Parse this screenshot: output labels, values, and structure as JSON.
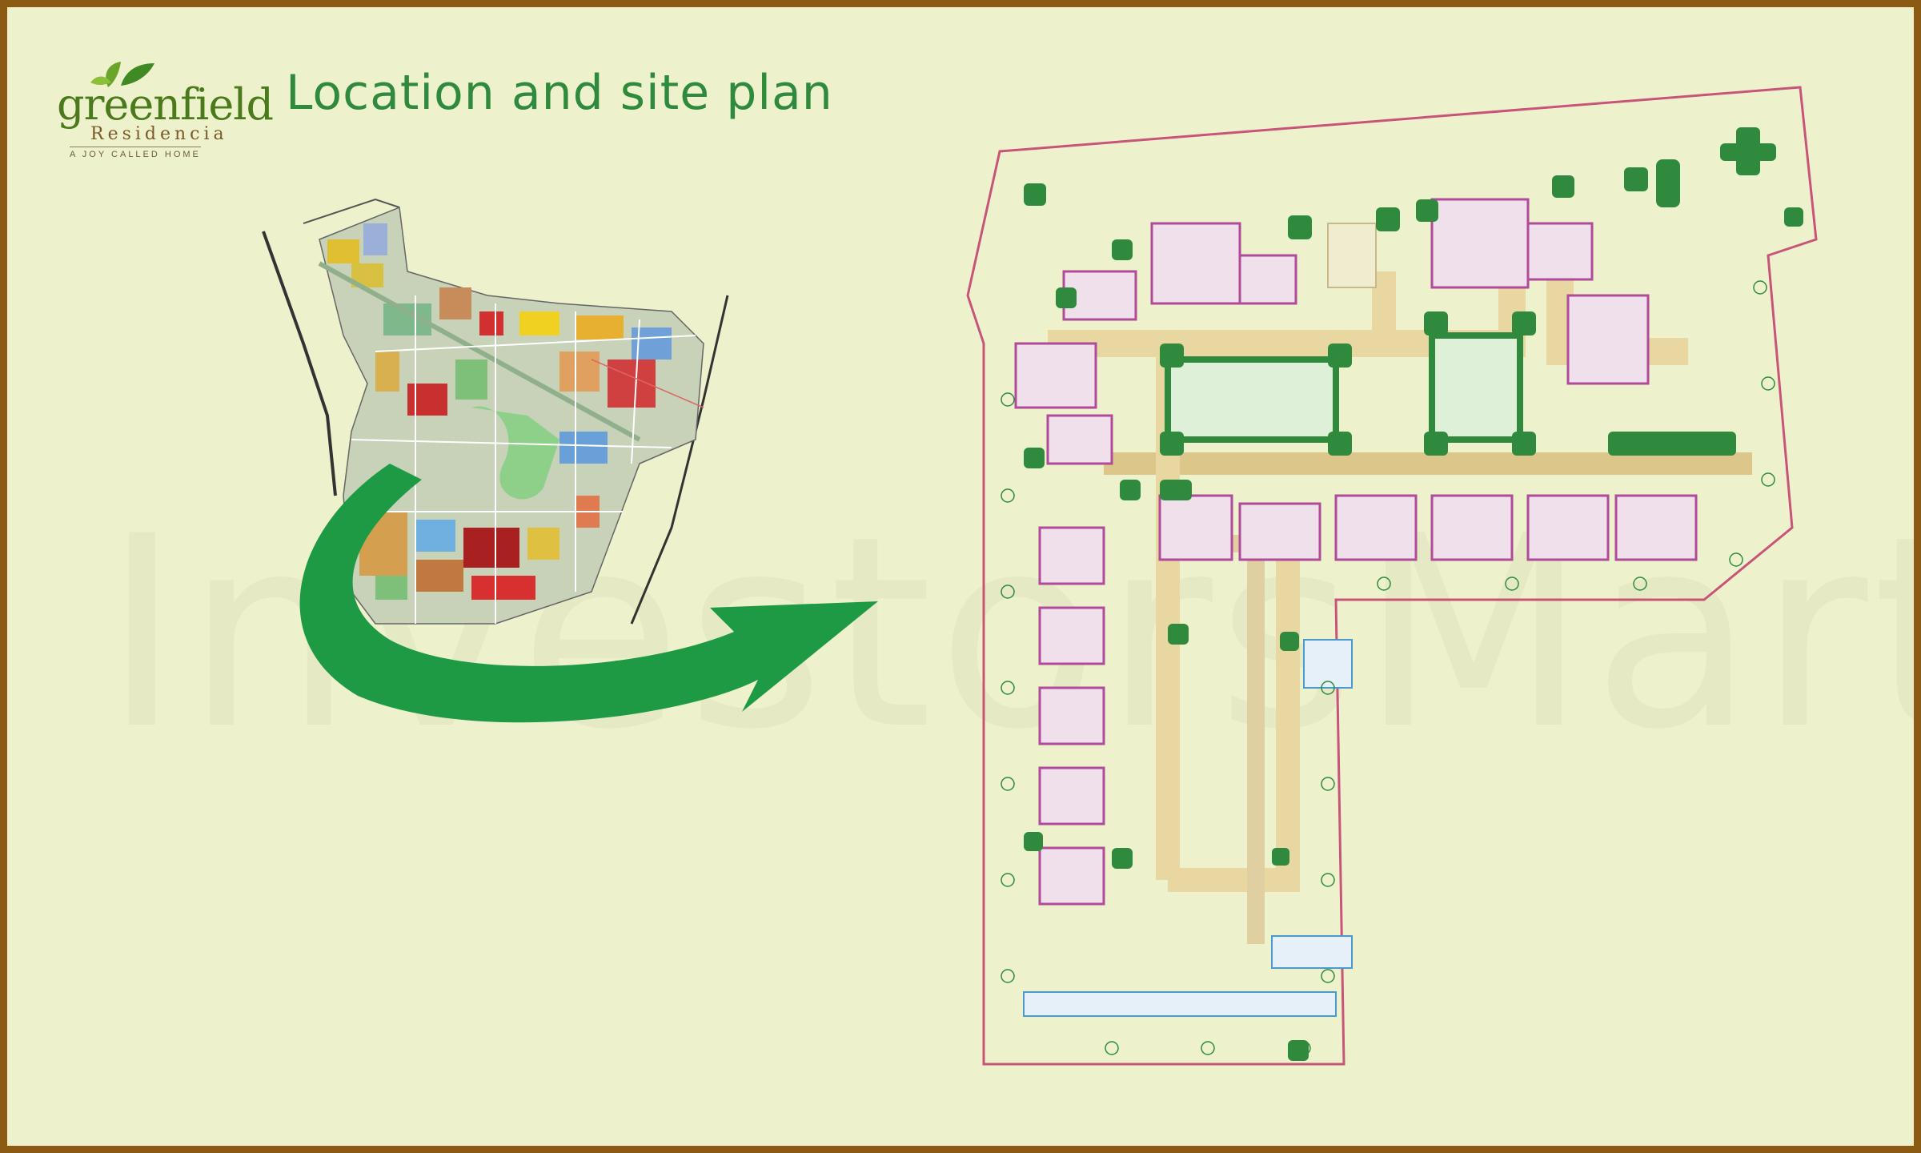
{
  "header": {
    "logo": {
      "word": "greenfield",
      "sub": "Residencia",
      "tagline": "A JOY CALLED HOME"
    },
    "title": "Location and site plan"
  },
  "watermark": "InvestorsMart",
  "colors": {
    "background": "#eef2cc",
    "frame": "#8c5a12",
    "title_green": "#2f8a3e",
    "arrow_green": "#1f9a44",
    "boundary": "#c9547a",
    "tree_green": "#2f8a3e",
    "path_tan": "#e8d7a0"
  }
}
